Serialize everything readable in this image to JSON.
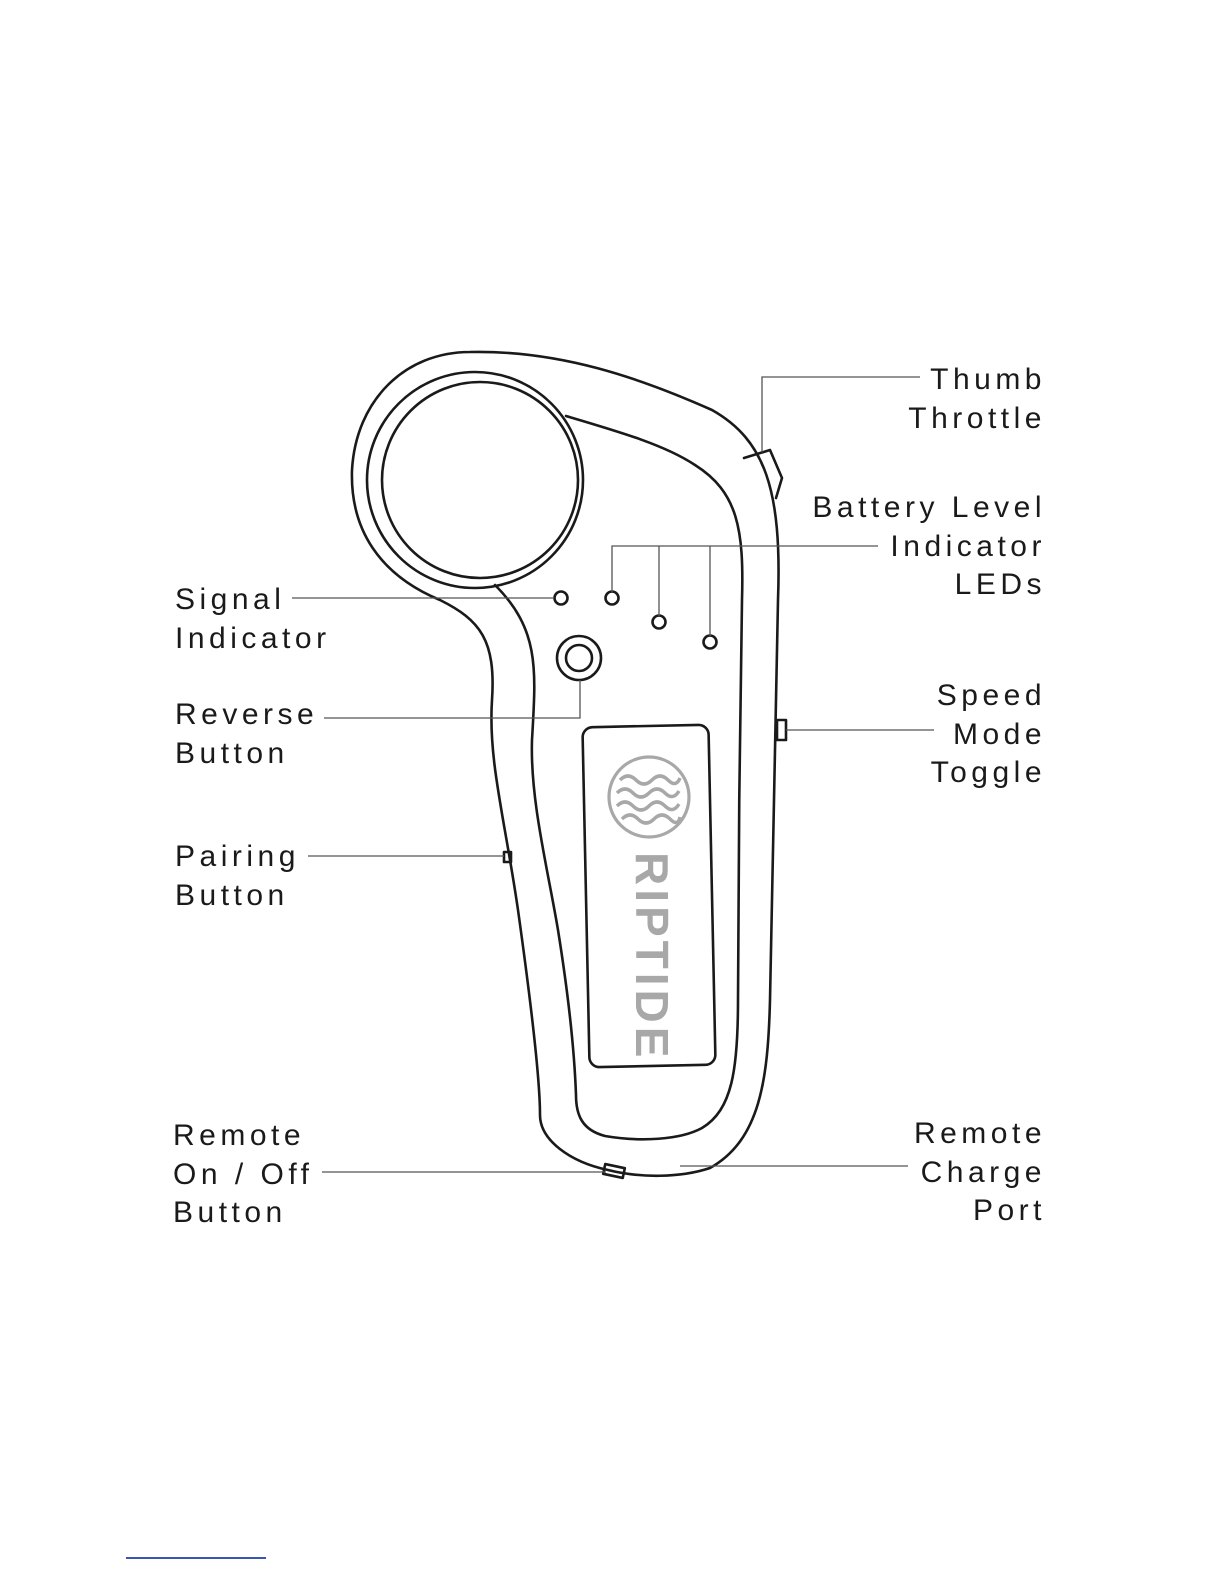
{
  "labels": {
    "thumb_throttle": [
      "Thumb",
      "Throttle"
    ],
    "battery_level_leds": [
      "Battery Level",
      "Indicator",
      "LEDs"
    ],
    "signal_indicator": [
      "Signal",
      "Indicator"
    ],
    "reverse_button": [
      "Reverse",
      "Button"
    ],
    "speed_mode_toggle": [
      "Speed",
      "Mode",
      "Toggle"
    ],
    "pairing_button": [
      "Pairing",
      "Button"
    ],
    "remote_on_off_button": [
      "Remote",
      "On / Off",
      "Button"
    ],
    "remote_charge_port": [
      "Remote",
      "Charge",
      "Port"
    ]
  },
  "logo": {
    "text": "RIPTIDE",
    "color": "#a8a8a8"
  },
  "colors": {
    "outline": "#1a1a1a",
    "leader": "#555555",
    "footer_rule": "#3a55b5"
  }
}
